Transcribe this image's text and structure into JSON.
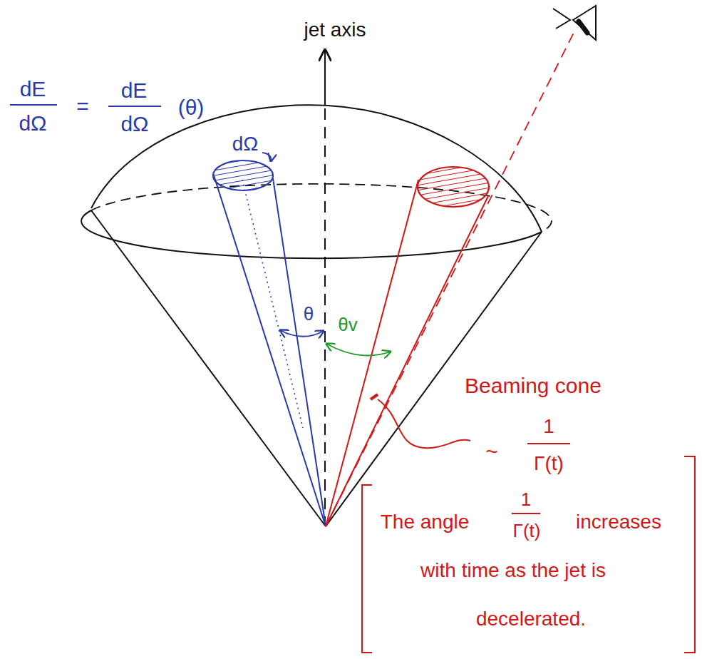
{
  "diagram": {
    "labels": [
      "jet axis",
      "dE",
      "dΩ",
      "=",
      "dE",
      "dΩ",
      "(θ)",
      "dΩ",
      "θ",
      "θv",
      "Beaming cone",
      "~",
      "1",
      "Γ(t)",
      "The angle",
      "1",
      "Γ(t)",
      "increases",
      "with time as the jet is",
      "decelerated."
    ]
  }
}
